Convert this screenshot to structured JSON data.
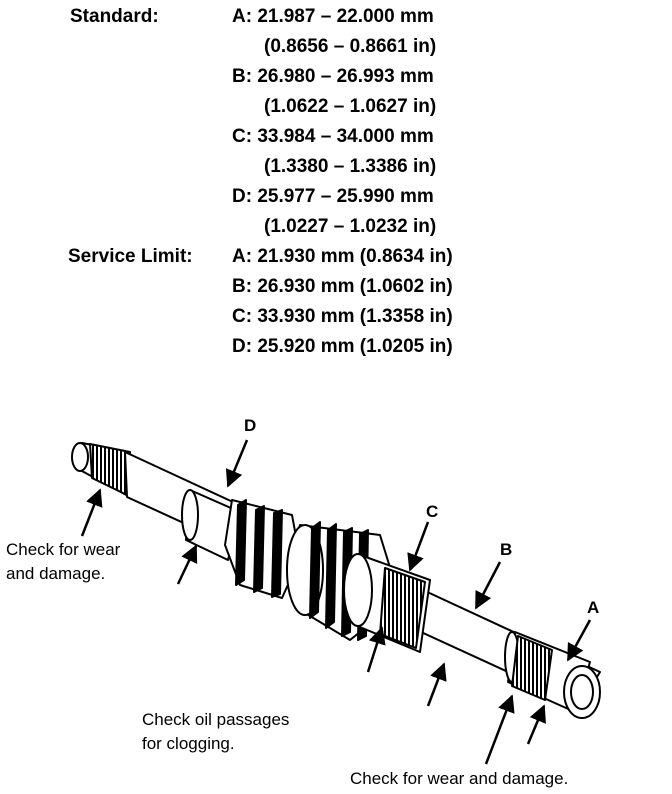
{
  "specs": {
    "standard_label": "Standard:",
    "service_limit_label": "Service Limit:",
    "standard": [
      {
        "mm": "A: 21.987 – 22.000 mm",
        "in": "(0.8656 – 0.8661 in)"
      },
      {
        "mm": "B: 26.980 – 26.993 mm",
        "in": "(1.0622 – 1.0627 in)"
      },
      {
        "mm": "C: 33.984 – 34.000 mm",
        "in": "(1.3380 – 1.3386 in)"
      },
      {
        "mm": "D: 25.977 – 25.990 mm",
        "in": "(1.0227 – 1.0232 in)"
      }
    ],
    "service_limit": [
      "A: 21.930 mm (0.8634 in)",
      "B: 26.930 mm (1.0602 in)",
      "C: 33.930 mm (1.3358 in)",
      "D: 25.920 mm (1.0205 in)"
    ]
  },
  "diagram": {
    "labels": {
      "a": "A",
      "b": "B",
      "c": "C",
      "d": "D"
    },
    "callouts": {
      "left_line1": "Check for wear",
      "left_line2": "and damage.",
      "oil_line1": "Check oil passages",
      "oil_line2": "for clogging.",
      "bottom": "Check for wear and damage."
    }
  }
}
